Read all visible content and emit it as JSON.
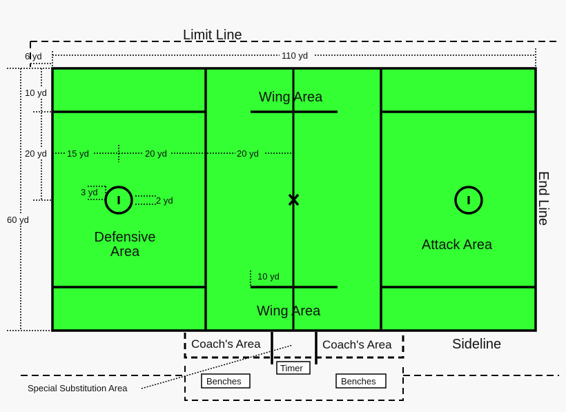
{
  "colors": {
    "field": "#33ff33",
    "line": "#000000",
    "background": "#f8f8f8"
  },
  "labels": {
    "limit_line": "Limit Line",
    "end_line": "End Line",
    "sideline": "Sideline",
    "wing_area_top": "Wing Area",
    "wing_area_bottom": "Wing Area",
    "defensive_area_line1": "Defensive",
    "defensive_area_line2": "Area",
    "attack_area": "Attack Area",
    "coachs_area_left": "Coach's Area",
    "coachs_area_right": "Coach's Area",
    "timer": "Timer",
    "benches_left": "Benches",
    "benches_right": "Benches",
    "special_substitution_area": "Special Substitution Area"
  },
  "dimensions": {
    "limit_offset": "6 yd",
    "length": "110 yd",
    "width": "60 yd",
    "wing_depth": "10 yd",
    "goal_from_side": "20 yd",
    "goal_from_end": "15 yd",
    "goal_to_restrain": "20 yd",
    "restrain_to_center": "20 yd",
    "crease_radius": "3 yd",
    "goal_width": "2 yd",
    "wing_offset": "10 yd"
  }
}
